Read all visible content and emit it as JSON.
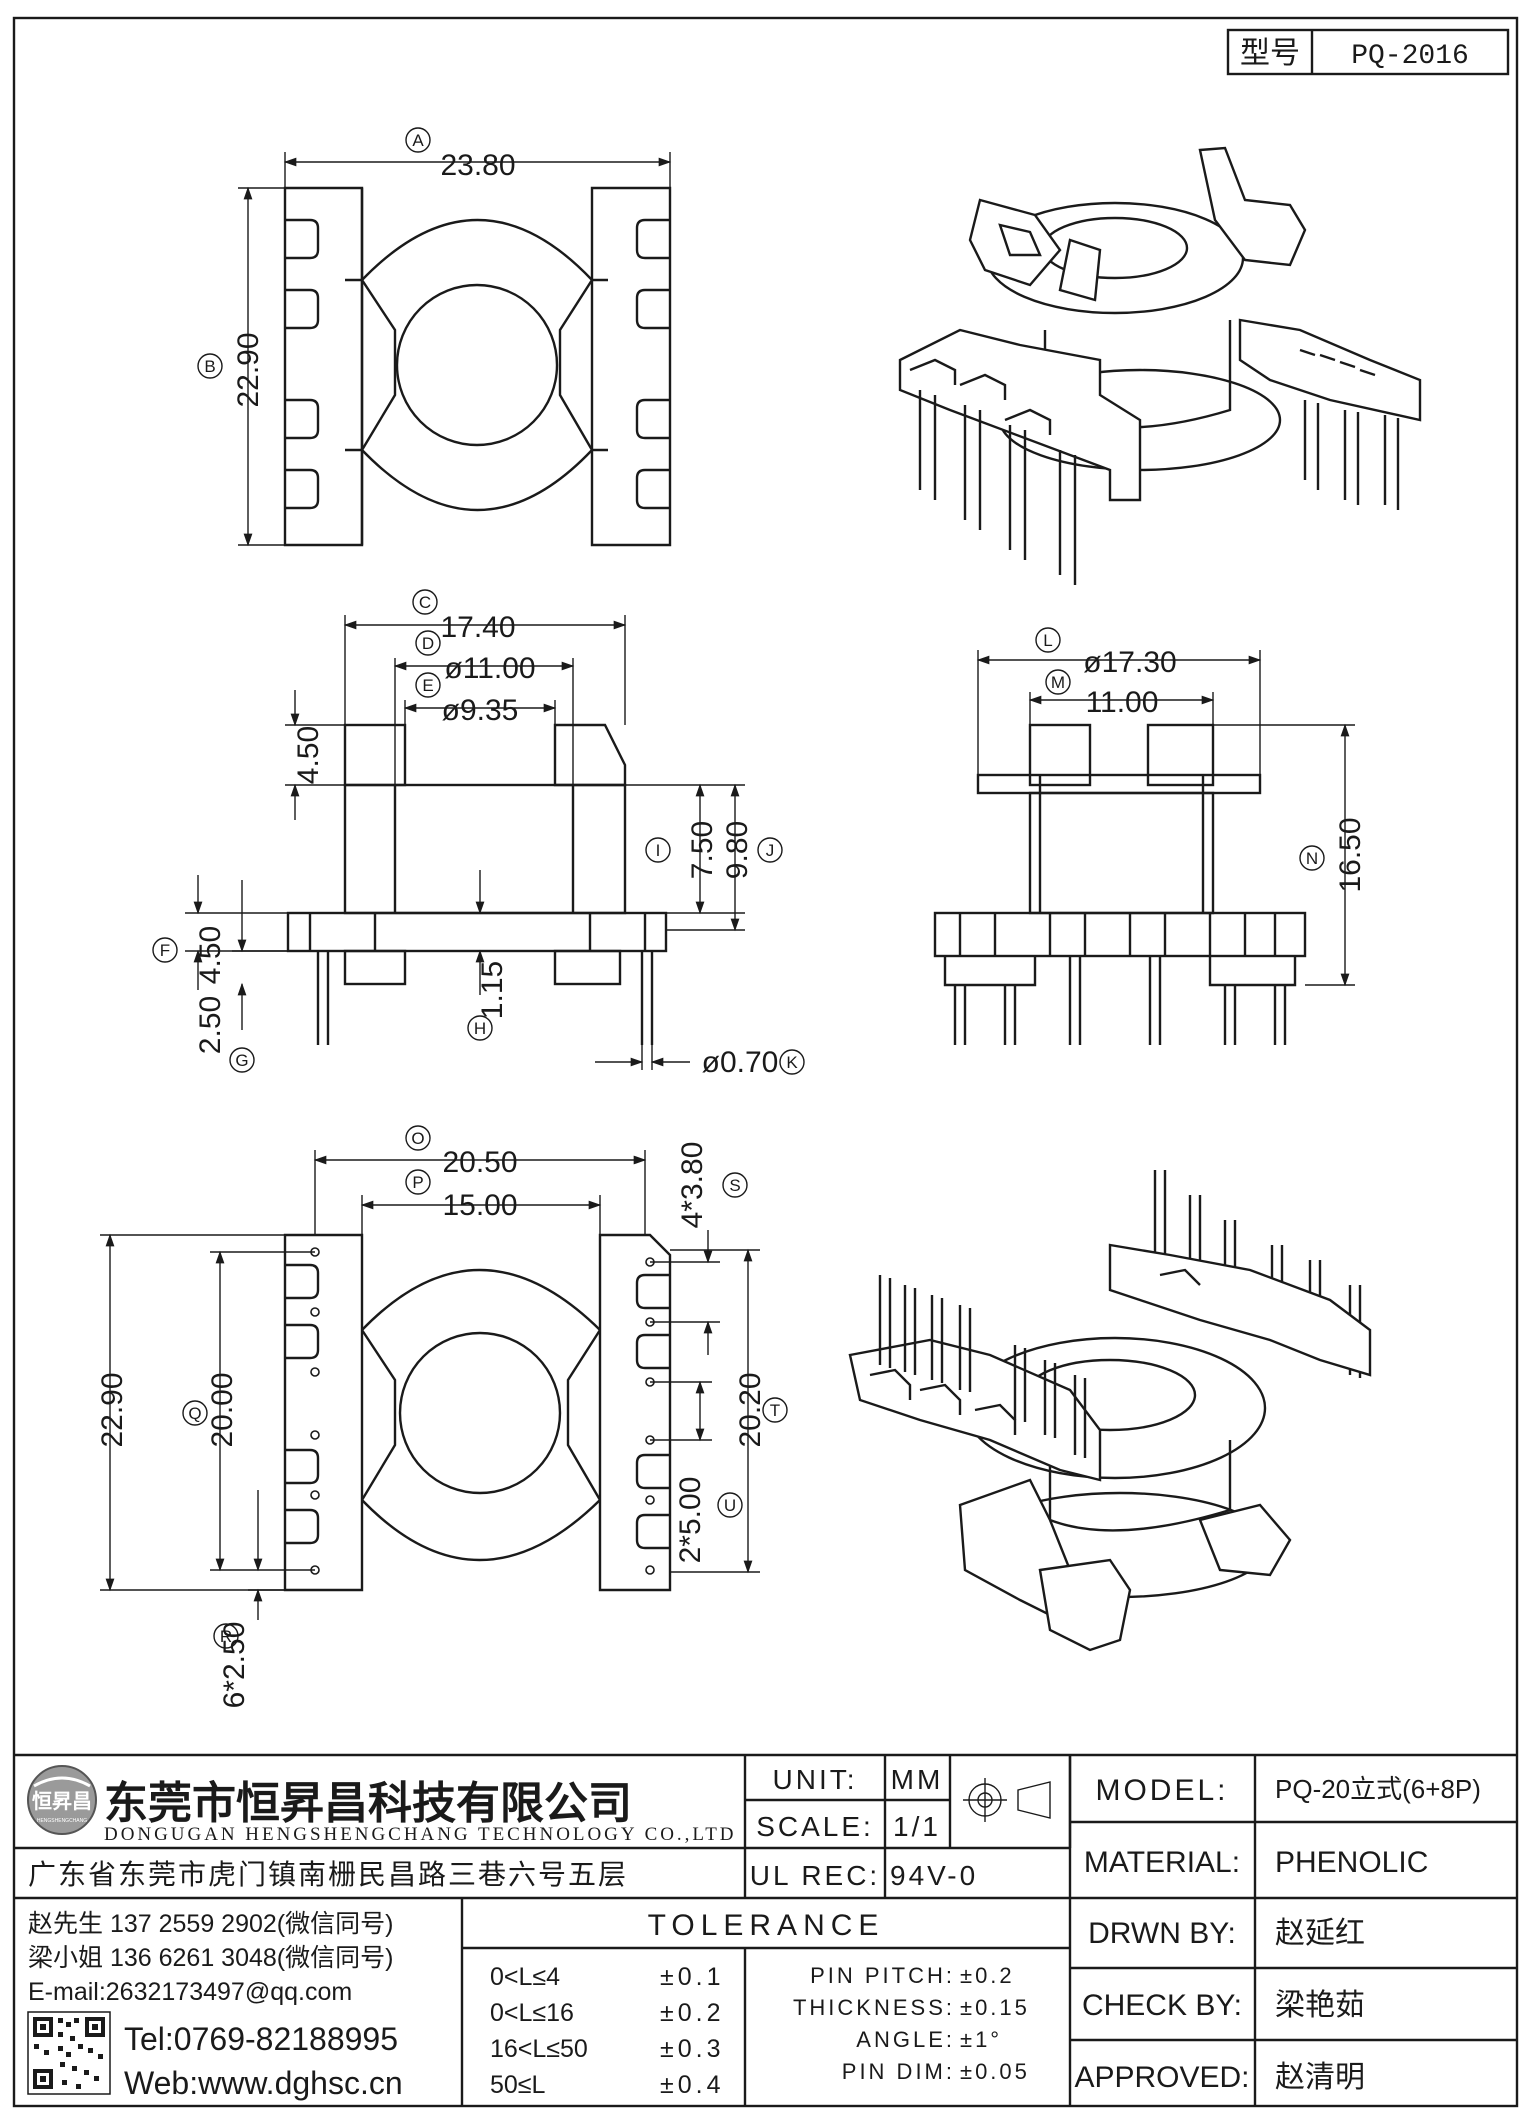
{
  "header": {
    "model_label": "型号",
    "model_value": "PQ-2016"
  },
  "dimensions": {
    "A": {
      "letter": "A",
      "value": "23.80"
    },
    "B": {
      "letter": "B",
      "value": "22.90"
    },
    "C": {
      "letter": "C",
      "value": "17.40"
    },
    "D": {
      "letter": "D",
      "value": "ø11.00"
    },
    "E": {
      "letter": "E",
      "value": "ø9.35"
    },
    "F": {
      "letter": "F",
      "value": "4.50"
    },
    "G": {
      "letter": "G",
      "value": "2.50"
    },
    "H": {
      "letter": "H",
      "value": "1.15"
    },
    "I": {
      "letter": "I",
      "value": "7.50"
    },
    "J": {
      "letter": "J",
      "value": "9.80"
    },
    "K": {
      "letter": "K",
      "value": "ø0.70"
    },
    "L": {
      "letter": "L",
      "value": "ø17.30"
    },
    "M": {
      "letter": "M",
      "value": "11.00"
    },
    "N": {
      "letter": "N",
      "value": "16.50"
    },
    "O": {
      "letter": "O",
      "value": "20.50"
    },
    "P": {
      "letter": "P",
      "value": "15.00"
    },
    "Q": {
      "letter": "Q",
      "value": "20.00"
    },
    "R": {
      "letter": "R",
      "value": "6*2.50"
    },
    "S": {
      "letter": "S",
      "value": "4*3.80"
    },
    "T": {
      "letter": "T",
      "value": "20.20"
    },
    "U": {
      "letter": "U",
      "value": "2*5.00"
    },
    "top_height": "4.50",
    "bottom_total": "22.90"
  },
  "company": {
    "logo_text": "恒昇昌",
    "logo_sub": "HENGSHENGCHANG",
    "name_cn": "东莞市恒昇昌科技有限公司",
    "name_en": "DONGUGAN HENGSHENGCHANG TECHNOLOGY CO.,LTD",
    "address": "广东省东莞市虎门镇南栅民昌路三巷六号五层",
    "contact1": "赵先生 137 2559 2902(微信同号)",
    "contact2": "梁小姐 136 6261 3048(微信同号)",
    "email": "E-mail:2632173497@qq.com",
    "tel": "Tel:0769-82188995",
    "web": "Web:www.dghsc.cn"
  },
  "title_block": {
    "unit_label": "UNIT:",
    "unit_value": "MM",
    "scale_label": "SCALE:",
    "scale_value": "1/1",
    "ulrec_label": "UL REC:",
    "ulrec_value": "94V-0",
    "model_label": "MODEL:",
    "model_value": "PQ-20立式(6+8P)",
    "material_label": "MATERIAL:",
    "material_value": "PHENOLIC",
    "drawn_label": "DRWN BY:",
    "drawn_value": "赵延红",
    "check_label": "CHECK BY:",
    "check_value": "梁艳茹",
    "approved_label": "APPROVED:",
    "approved_value": "赵清明"
  },
  "tolerance": {
    "title": "TOLERANCE",
    "rows": [
      {
        "range": "0<L≤4",
        "tol": "±0.1"
      },
      {
        "range": "0<L≤16",
        "tol": "±0.2"
      },
      {
        "range": "16<L≤50",
        "tol": "±0.3"
      },
      {
        "range": "50≤L",
        "tol": "±0.4"
      }
    ],
    "specs": [
      {
        "label": "PIN PITCH:",
        "tol": "±0.2"
      },
      {
        "label": "THICKNESS:",
        "tol": "±0.15"
      },
      {
        "label": "ANGLE:",
        "tol": "±1°"
      },
      {
        "label": "PIN DIM:",
        "tol": "±0.05"
      }
    ]
  }
}
